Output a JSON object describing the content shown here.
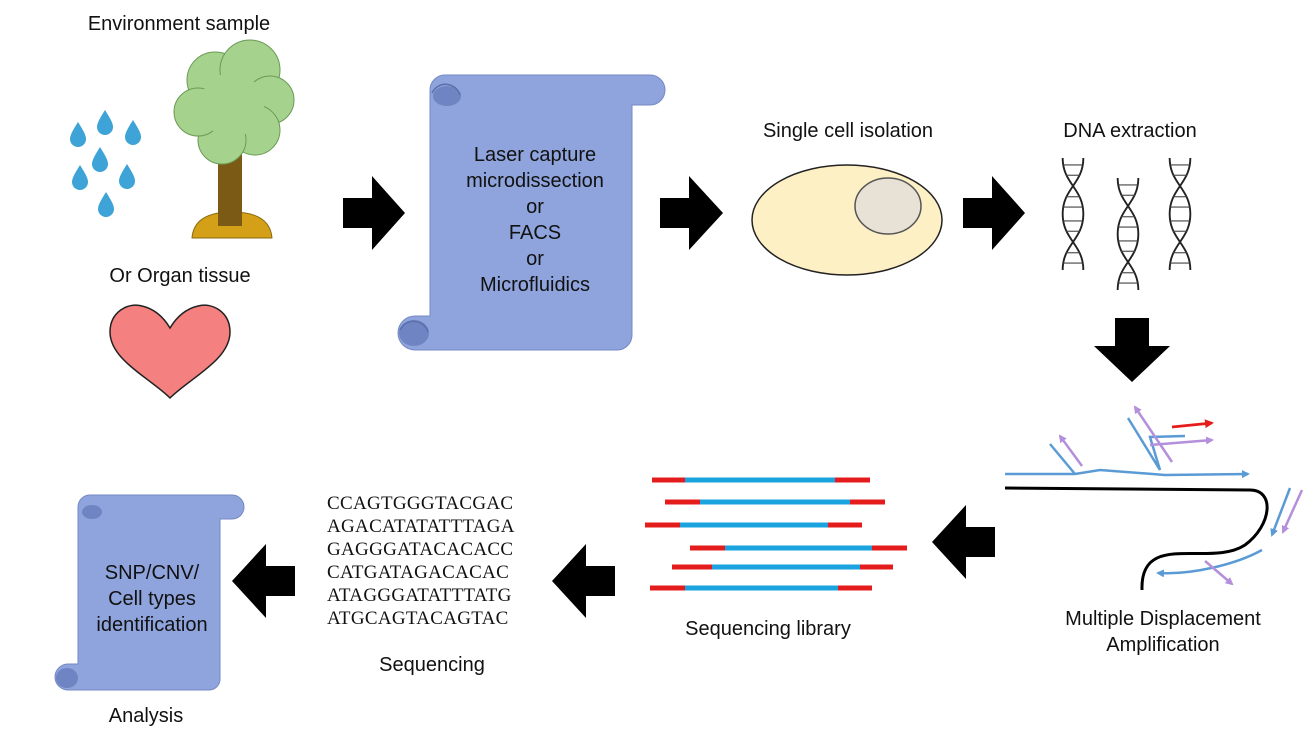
{
  "labels": {
    "environment_sample": "Environment sample",
    "organ_tissue": "Or Organ tissue",
    "single_cell_isolation": "Single cell isolation",
    "dna_extraction": "DNA extraction",
    "mda_line1": "Multiple Displacement",
    "mda_line2": "Amplification",
    "sequencing_library": "Sequencing library",
    "sequencing": "Sequencing",
    "analysis": "Analysis"
  },
  "isolation_methods": [
    "Laser capture",
    "microdissection",
    "or",
    "FACS",
    "or",
    "Microfluidics"
  ],
  "analysis_scroll": [
    "SNP/CNV/",
    "Cell types",
    "identification"
  ],
  "sequences": [
    "CCAGTGGGTACGAC",
    "AGACATATATTTAGA",
    "GAGGGATACACACC",
    "CATGATAGACACAC",
    "ATAGGGATATTTATG",
    "ATGCAGTACAGTAC"
  ],
  "colors": {
    "water_drop": "#3ea3d6",
    "tree_canopy": "#a5d38e",
    "tree_trunk": "#7a5a14",
    "ground": "#d4a017",
    "heart": "#f58080",
    "scroll": "#8fa4dc",
    "cell": "#fdf0c4",
    "nucleus": "#e8e2d6",
    "library_read": "#1ba3e0",
    "library_adapter": "#e51c1c",
    "mda_strand_blue": "#5b9bd5",
    "mda_strand_purple": "#b48fdc",
    "mda_primer_red": "#e51c1c",
    "arrow": "#000000"
  }
}
